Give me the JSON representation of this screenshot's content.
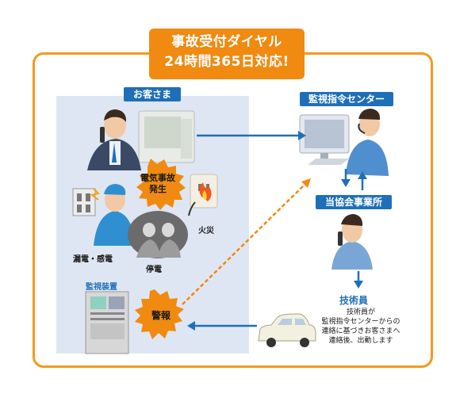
{
  "banner": {
    "line1": "事故受付ダイヤル",
    "line2": "24時間365日対応!"
  },
  "customer": {
    "label": "お客さま"
  },
  "incident": {
    "burst": "電気事故\n発生",
    "fire": "火災",
    "leak": "漏電・感電",
    "outage": "停電"
  },
  "monitor": {
    "label": "監視装置",
    "alarm": "警報"
  },
  "center": {
    "label": "監視指令センター"
  },
  "office": {
    "label": "当協会事業所"
  },
  "engineer": {
    "label": "技術員",
    "description": "技術員が\n監視指令センターからの\n連絡に基づきお客さまへ\n連絡後、出動します"
  },
  "colors": {
    "orange": "#f08a10",
    "blue": "#1f6fb8",
    "panel": "#dfe6f3"
  }
}
